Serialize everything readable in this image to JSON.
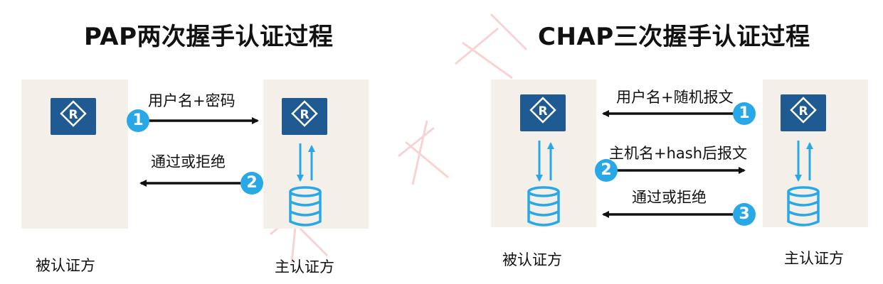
{
  "pap": {
    "title": "PAP两次握手认证过程",
    "step1_label": "用户名+密码",
    "step1_num": "1",
    "step2_label": "通过或拒绝",
    "step2_num": "2",
    "left_party": "被认证方",
    "right_party": "主认证方"
  },
  "chap": {
    "title": "CHAP三次握手认证过程",
    "step1_label": "用户名+随机报文",
    "step1_num": "1",
    "step2_label": "主机名+hash后报文",
    "step2_num": "2",
    "step3_label": "通过或拒绝",
    "step3_num": "3",
    "left_party": "被认证方",
    "right_party": "主认证方"
  },
  "icons": [
    "router-icon",
    "database-icon"
  ],
  "colors": {
    "router": "#1f5a93",
    "badge": "#29a8e8",
    "panel": "#f4efe8",
    "watermark": "#f2b7b7"
  }
}
